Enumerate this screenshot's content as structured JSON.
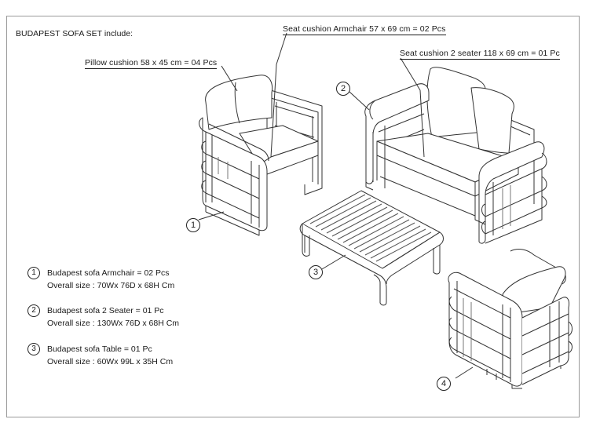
{
  "title": "BUDAPEST SOFA SET  include:",
  "labels": {
    "pillow": "Pillow cushion 58 x 45 cm = 04 Pcs",
    "seat_armchair": "Seat cushion Armchair 57 x 69 cm = 02 Pcs",
    "seat_2seater": "Seat cushion 2 seater 118 x 69 cm = 01 Pc"
  },
  "callouts": [
    "1",
    "2",
    "3",
    "4"
  ],
  "legend": [
    {
      "num": "1",
      "line1": "Budapest sofa Armchair  = 02 Pcs",
      "line2": "Overall size : 70Wx 76D x 68H Cm"
    },
    {
      "num": "2",
      "line1": "Budapest sofa 2 Seater  = 01 Pc",
      "line2": "Overall size : 130Wx 76D x 68H Cm"
    },
    {
      "num": "3",
      "line1": "Budapest sofa Table  = 01 Pc",
      "line2": "Overall size : 60Wx 99L x 35H Cm"
    }
  ]
}
